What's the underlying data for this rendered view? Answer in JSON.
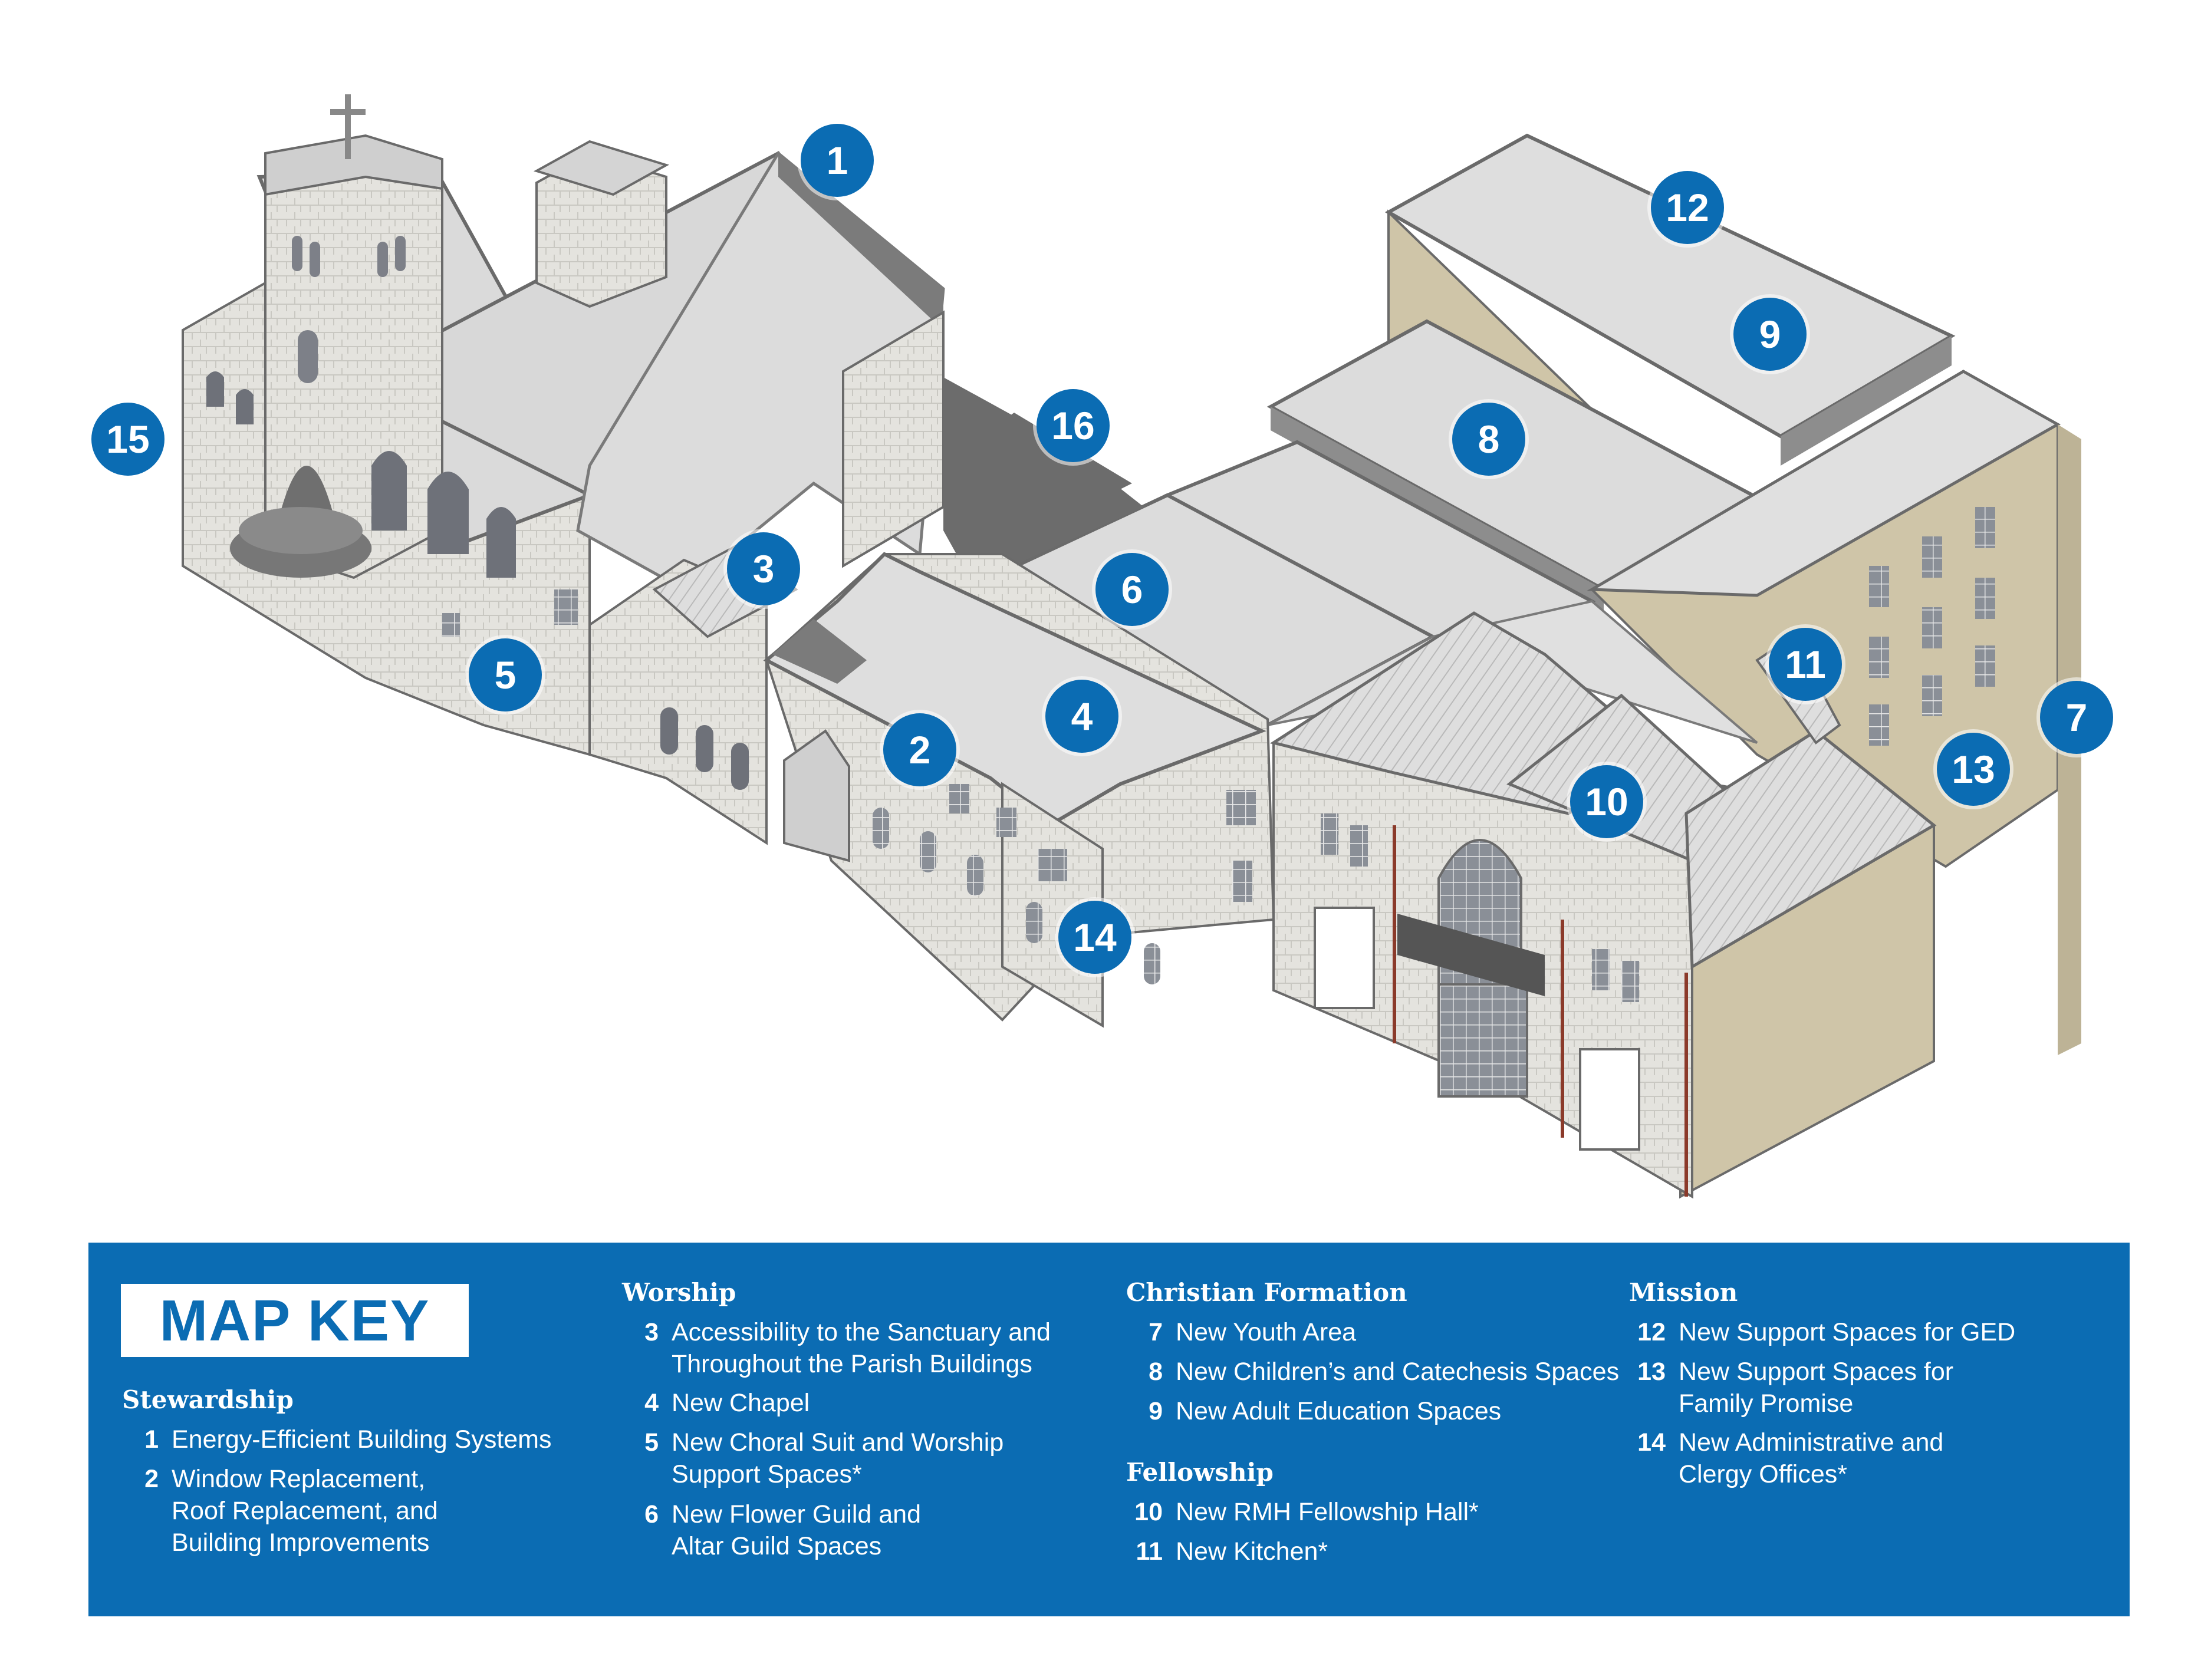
{
  "colors": {
    "accent": "#0b6cb3",
    "stone": "#e2e1dc",
    "roof": "#dcdcdc",
    "tan_wall": "#cfc5a8",
    "outline": "#6a6a6a"
  },
  "markers": [
    "1",
    "2",
    "3",
    "4",
    "5",
    "6",
    "7",
    "8",
    "9",
    "10",
    "11",
    "12",
    "13",
    "14",
    "15",
    "16"
  ],
  "legend": {
    "title": "MAP KEY",
    "stewardship": {
      "name": "Stewardship",
      "items": [
        {
          "num": "1",
          "lines": [
            "Energy-Efficient Building Systems"
          ]
        },
        {
          "num": "2",
          "lines": [
            "Window Replacement,",
            "Roof Replacement, and",
            "Building Improvements"
          ]
        }
      ]
    },
    "worship": {
      "name": "Worship",
      "items": [
        {
          "num": "3",
          "lines": [
            "Accessibility to the Sanctuary and",
            "Throughout the Parish Buildings"
          ]
        },
        {
          "num": "4",
          "lines": [
            "New Chapel"
          ]
        },
        {
          "num": "5",
          "lines": [
            "New Choral Suit and Worship",
            "Support Spaces*"
          ]
        },
        {
          "num": "6",
          "lines": [
            "New Flower Guild and",
            "Altar Guild Spaces"
          ]
        }
      ]
    },
    "formation": {
      "name": "Christian Formation",
      "items": [
        {
          "num": "7",
          "lines": [
            "New Youth Area"
          ]
        },
        {
          "num": "8",
          "lines": [
            "New Children’s and Catechesis Spaces"
          ]
        },
        {
          "num": "9",
          "lines": [
            "New Adult Education Spaces"
          ]
        }
      ]
    },
    "fellowship": {
      "name": "Fellowship",
      "items": [
        {
          "num": "10",
          "lines": [
            "New RMH Fellowship Hall*"
          ]
        },
        {
          "num": "11",
          "lines": [
            "New Kitchen*"
          ]
        }
      ]
    },
    "mission": {
      "name": "Mission",
      "items": [
        {
          "num": "12",
          "lines": [
            "New Support Spaces for GED"
          ]
        },
        {
          "num": "13",
          "lines": [
            "New Support Spaces for",
            "Family Promise"
          ]
        },
        {
          "num": "14",
          "lines": [
            "New Administrative and",
            "Clergy Offices*"
          ]
        }
      ]
    }
  }
}
